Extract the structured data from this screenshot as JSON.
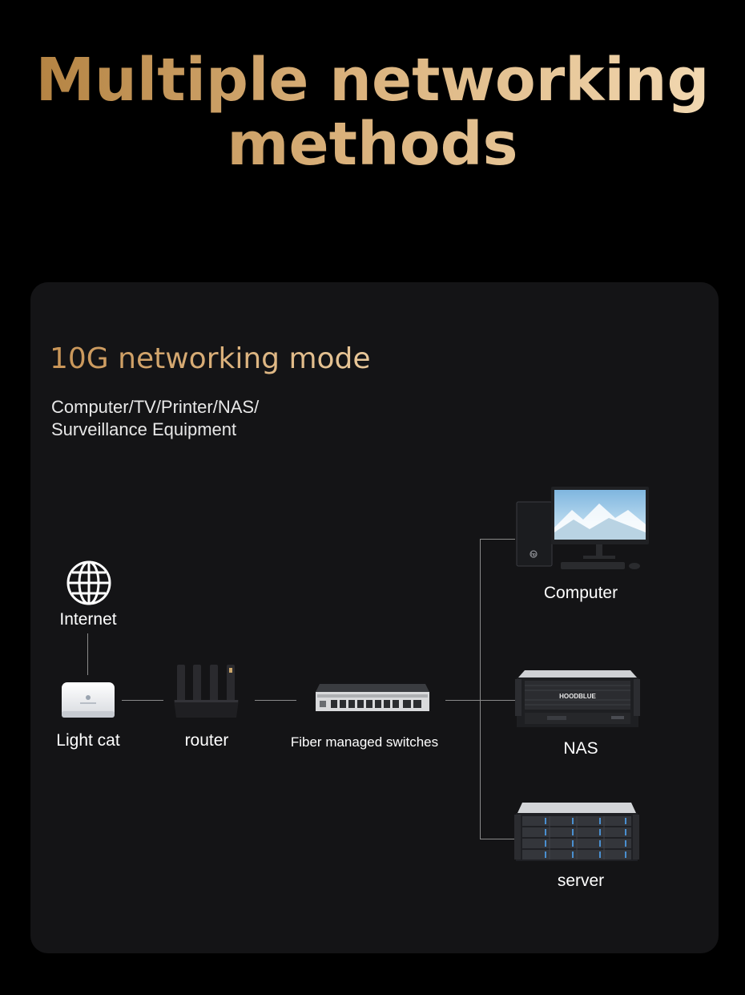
{
  "header": {
    "title_line1": "Multiple networking",
    "title_line2": "methods"
  },
  "panel": {
    "mode_title": "10G networking mode",
    "subtitle_line1": "Computer/TV/Printer/NAS/",
    "subtitle_line2": "Surveillance Equipment"
  },
  "nodes": {
    "internet": "Internet",
    "light_cat": "Light cat",
    "router": "router",
    "switch": "Fiber managed switches",
    "computer": "Computer",
    "nas": "NAS",
    "server": "server"
  },
  "device_text": {
    "nas_brand": "HOODBLUE",
    "computer_brand": "hp"
  },
  "colors": {
    "title_gradient_start": "#b07e3c",
    "title_gradient_end": "#f4dcb6",
    "panel_bg": "#141416",
    "connector": "#8a8a8a"
  },
  "icons": [
    "globe-icon",
    "modem-icon",
    "router-icon",
    "switch-icon",
    "desktop-computer-icon",
    "nas-icon",
    "server-icon"
  ]
}
